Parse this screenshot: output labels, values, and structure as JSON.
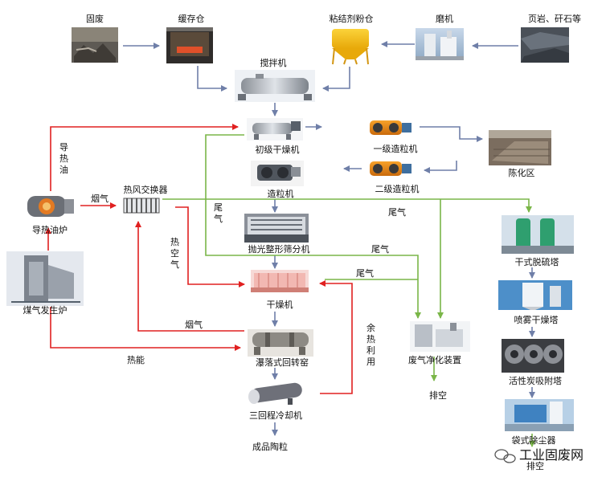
{
  "nodes": {
    "solid_waste": "固废",
    "buffer_bin": "缓存仓",
    "binder_bin": "粘结剂粉仓",
    "mill": "磨机",
    "shale": "页岩、矸石等",
    "mixer": "搅拌机",
    "primary_dryer": "初级干燥机",
    "primary_granulator": "一级造粒机",
    "aging_zone": "陈化区",
    "secondary_granulator": "二级造粒机",
    "granulator": "造粒机",
    "polish_screen": "抛光整形筛分机",
    "dryer": "干燥机",
    "kiln": "瀑落式回转窑",
    "cooler": "三回程冷却机",
    "product": "成品陶粒",
    "thermal_oil_boiler": "导热油炉",
    "gas_generator": "煤气发生炉",
    "heat_exchanger": "热风交换器",
    "dry_desulfur": "干式脱硫塔",
    "spray_dryer": "喷雾干燥塔",
    "activated_carbon": "活性炭吸附塔",
    "bag_filter": "袋式除尘器",
    "exhaust_outlet_1": "排空",
    "exhaust_outlet_2": "排空",
    "gas_purifier": "废气净化装置"
  },
  "flow_labels": {
    "thermal_oil": "导热油",
    "flue_gas_1": "烟气",
    "flue_gas_2": "烟气",
    "hot_air": "热空气",
    "heat_energy": "热能",
    "waste_heat": "余热利用",
    "tail_gas_1": "尾气",
    "tail_gas_2": "尾气",
    "tail_gas_3": "尾气",
    "tail_gas_4": "尾气"
  },
  "watermark": "工业固废网",
  "colors": {
    "material_flow": "#6f7fa8",
    "heat_flow": "#e02020",
    "gas_flow": "#8cc152",
    "exhaust_flow": "#7ab648"
  }
}
